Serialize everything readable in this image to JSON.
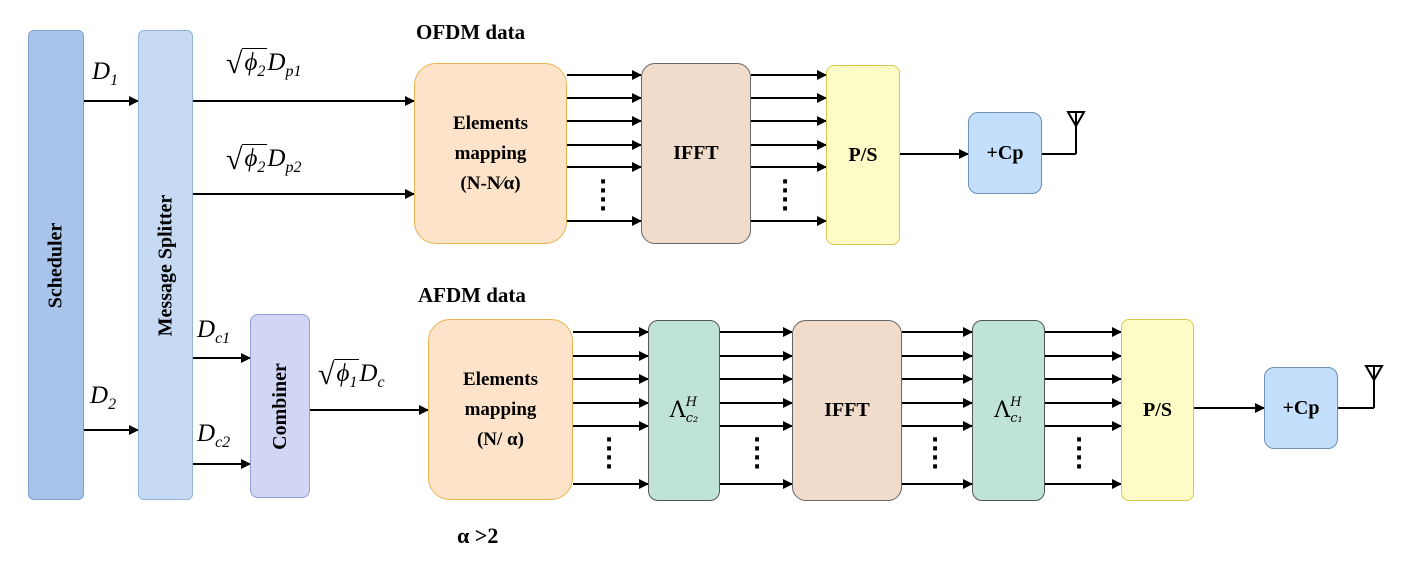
{
  "titles": {
    "ofdm": "OFDM data",
    "afdm": "AFDM data",
    "alpha_note": "α >2"
  },
  "blocks": {
    "scheduler": "Scheduler",
    "splitter": "Message Splitter",
    "combiner": "Combiner",
    "ofdm_mapping_l1": "Elements",
    "ofdm_mapping_l2": "mapping",
    "ofdm_mapping_l3": "(N-N⁄α)",
    "ofdm_ifft": "IFFT",
    "ofdm_ps": "P/S",
    "ofdm_cp": "+Cp",
    "afdm_mapping_l1": "Elements",
    "afdm_mapping_l2": "mapping",
    "afdm_mapping_l3": "(N/ α)",
    "afdm_lambda_c2": "Λ",
    "afdm_lambda_c2_sup": "H",
    "afdm_lambda_c2_sub": "c₂",
    "afdm_ifft": "IFFT",
    "afdm_lambda_c1": "Λ",
    "afdm_lambda_c1_sup": "H",
    "afdm_lambda_c1_sub": "c₁",
    "afdm_ps": "P/S",
    "afdm_cp": "+Cp"
  },
  "signals": {
    "d1": "D",
    "d1_sub": "1",
    "d2": "D",
    "d2_sub": "2",
    "dp1_phi": "ϕ",
    "dp1_phi_sub": "2",
    "dp1": "D",
    "dp1_sub": "p1",
    "dp2_phi": "ϕ",
    "dp2_phi_sub": "2",
    "dp2": "D",
    "dp2_sub": "p2",
    "dc1": "D",
    "dc1_sub": "c1",
    "dc2": "D",
    "dc2_sub": "c2",
    "dc_phi": "ϕ",
    "dc_phi_sub": "1",
    "dc": "D",
    "dc_sub": "c"
  },
  "colors": {
    "scheduler": "#a9c4ea",
    "splitter": "#c6dbf3",
    "combiner": "#d0d6f3",
    "mapping": "#fde3c9",
    "ifft": "#f1dccb",
    "ps": "#fdfcc6",
    "cp": "#c3dffb",
    "lambda": "#c0e3d7"
  }
}
